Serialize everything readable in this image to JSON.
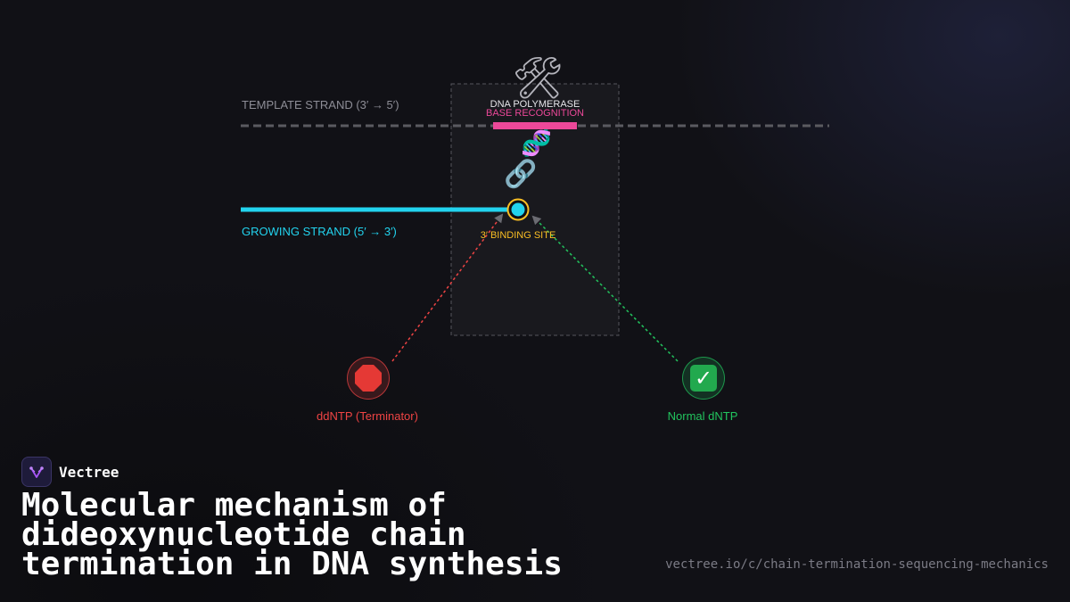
{
  "diagram": {
    "template_strand_label": "TEMPLATE STRAND (3′ → 5′)",
    "growing_strand_label": "GROWING STRAND (5′ → 3′)",
    "polymerase_label": "DNA POLYMERASE",
    "recognition_label": "BASE RECOGNITION",
    "binding_site_label": "3′ BINDING SITE",
    "ddntp_label": "ddNTP (Terminator)",
    "dntp_label": "Normal dNTP",
    "icons": {
      "polymerase": "hammer-and-wrench-icon",
      "dna": "dna-icon",
      "bond": "link-icon",
      "ddntp": "stop-sign-icon",
      "dntp": "check-mark-icon"
    },
    "colors": {
      "template": "#5a5a60",
      "recognition": "#ec4899",
      "growing": "#22d3ee",
      "binding": "#fbbf24",
      "terminator": "#ef4444",
      "normal": "#22c55e"
    }
  },
  "brand": {
    "name": "Vectree"
  },
  "title_lines": [
    "Molecular mechanism of",
    "dideoxynucleotide chain",
    "termination in DNA synthesis"
  ],
  "url": "vectree.io/c/chain-termination-sequencing-mechanics"
}
